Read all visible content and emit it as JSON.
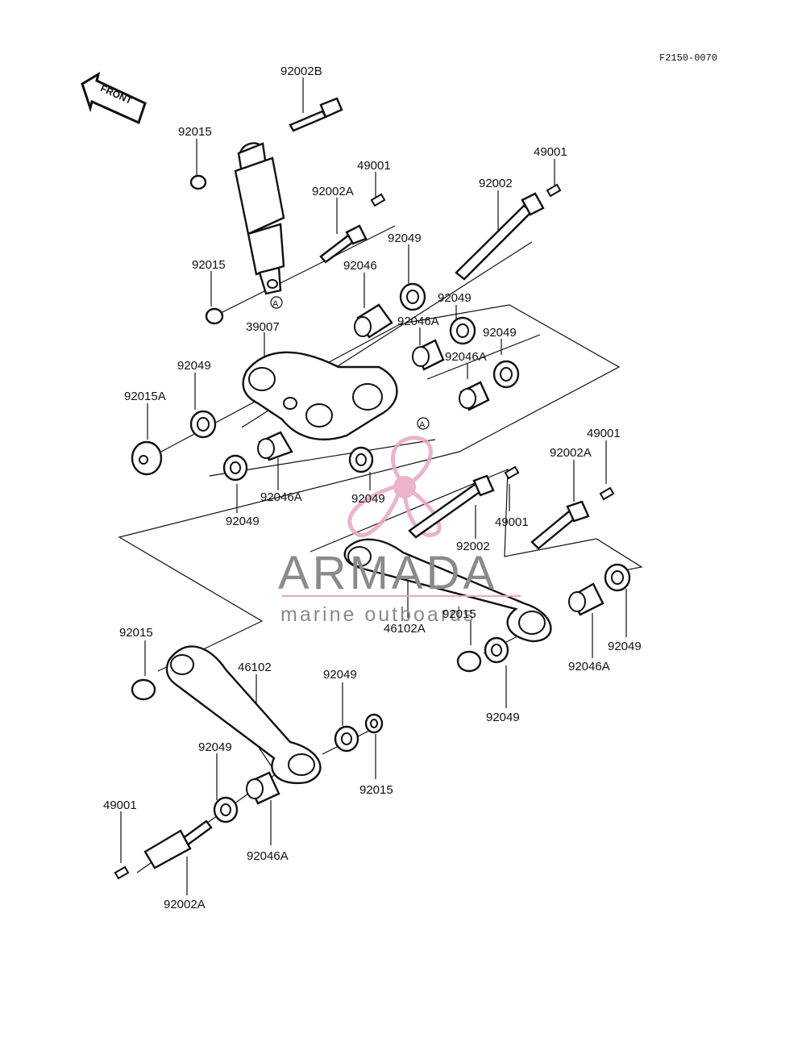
{
  "figure_code": "F2150-0070",
  "front_arrow_label": "FRONT",
  "ref_mark": "A",
  "watermark": {
    "brand": "ARMADA",
    "tagline": "marine outboards",
    "accent_color": "#e8a6c4",
    "text_color": "#8a8a8a"
  },
  "callouts": [
    "92002B",
    "92015",
    "49001",
    "92002A",
    "92002",
    "49001",
    "92049",
    "92015",
    "92046",
    "92049",
    "39007",
    "92046A",
    "92049",
    "92046A",
    "92049",
    "92015A",
    "92049",
    "92046A",
    "92049",
    "92049",
    "49001",
    "92002A",
    "49001",
    "92002",
    "46102A",
    "92015",
    "92049",
    "92046A",
    "92049",
    "92015",
    "46102",
    "92049",
    "92049",
    "92015",
    "49001",
    "92046A",
    "92002A"
  ]
}
